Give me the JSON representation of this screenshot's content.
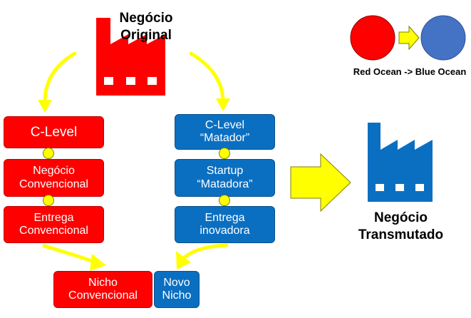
{
  "original_business": {
    "line1": "Negócio",
    "line2": "Original"
  },
  "transmuted_business": {
    "line1": "Negócio",
    "line2": "Transmutado"
  },
  "ocean_legend": {
    "caption": "Red Ocean -> Blue Ocean",
    "red_color": "#ff0000",
    "blue_color": "#4472c4",
    "arrow_color": "#ffff00"
  },
  "left_column": {
    "color": "#ff0000",
    "boxes": [
      {
        "line1": "C-Level",
        "line2": ""
      },
      {
        "line1": "Negócio",
        "line2": "Convencional"
      },
      {
        "line1": "Entrega",
        "line2": "Convencional"
      }
    ]
  },
  "right_column": {
    "color": "#0b6fc1",
    "boxes": [
      {
        "line1": "C-Level",
        "line2": "“Matador”"
      },
      {
        "line1": "Startup",
        "line2": "“Matadora”"
      },
      {
        "line1": "Entrega",
        "line2": "inovadora"
      }
    ]
  },
  "niches": {
    "conventional": {
      "line1": "Nicho",
      "line2": "Convencional"
    },
    "new": {
      "line1": "Novo",
      "line2": "Nicho"
    }
  },
  "icons": [
    "factory-icon-red",
    "factory-icon-blue",
    "curved-arrow",
    "block-arrow-right",
    "connector-dot"
  ]
}
